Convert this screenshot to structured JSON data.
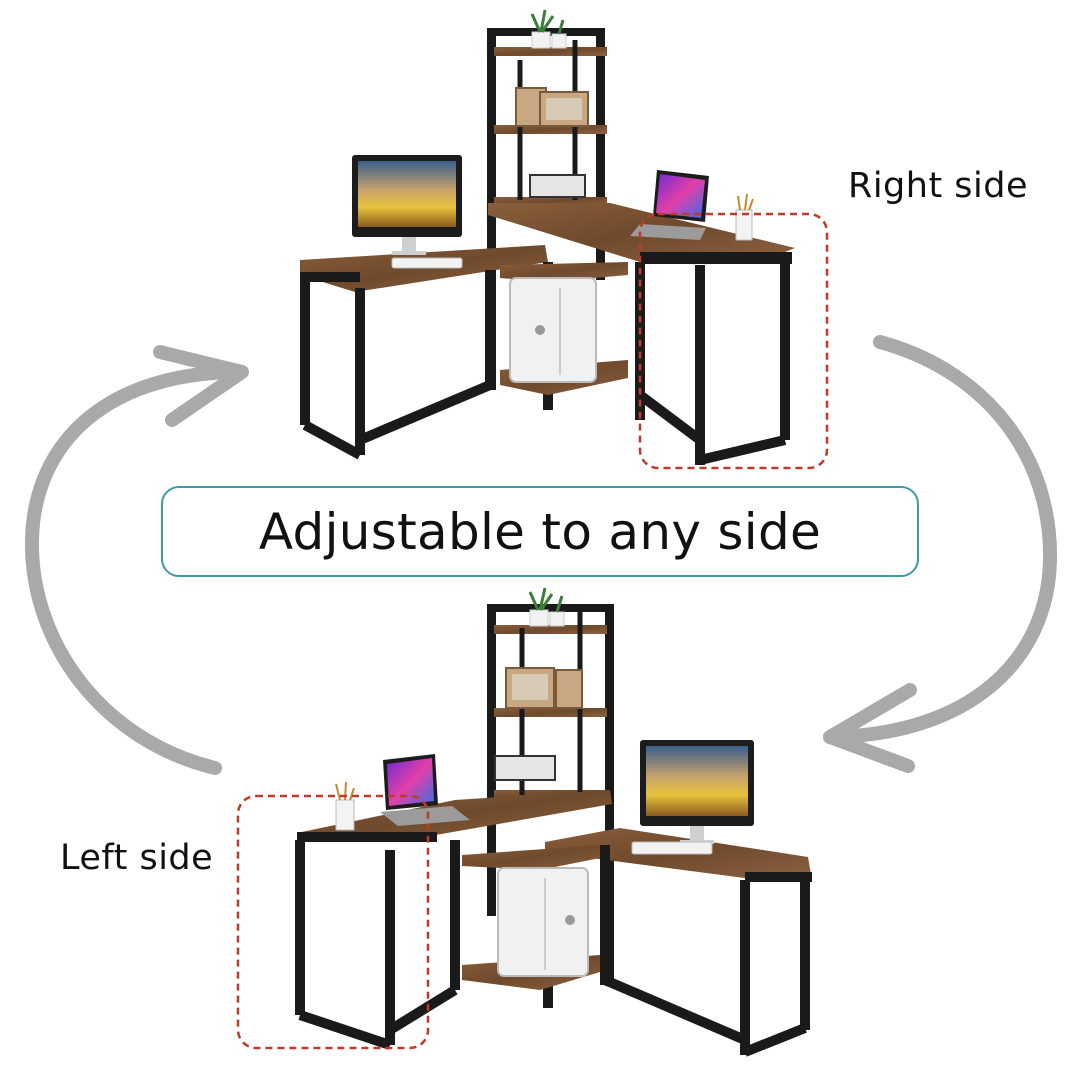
{
  "banner": {
    "text": "Adjustable to any side"
  },
  "labels": {
    "right_side": "Right side",
    "left_side": "Left side"
  },
  "colors": {
    "arrow": "#a9a9a9",
    "highlight_border": "#c0392b",
    "banner_border": "#3e9aa2",
    "frame": "#1a1a1a",
    "wood": "#7a5233"
  },
  "scenes": {
    "top": {
      "title": "L-shaped desk with bookshelf tower, extension on right side",
      "highlighted": "right-leg-section"
    },
    "bottom": {
      "title": "L-shaped desk with bookshelf tower, extension on left side",
      "highlighted": "left-leg-section"
    }
  },
  "icons": [
    "curved-arrow-left-icon",
    "curved-arrow-right-icon",
    "plant-icon",
    "monitor-icon",
    "laptop-icon",
    "pc-tower-icon",
    "picture-frame-icon",
    "pencil-cup-icon"
  ]
}
